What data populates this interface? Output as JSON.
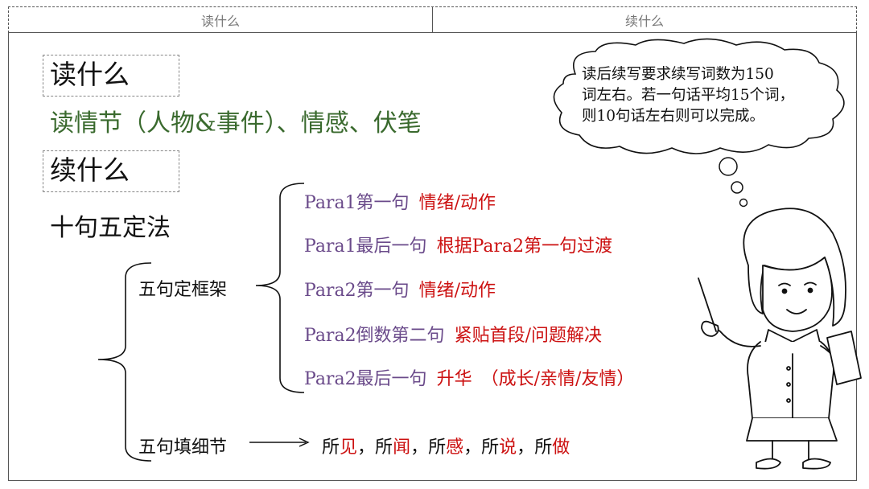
{
  "tabs": [
    "读什么",
    "续什么"
  ],
  "heading_read": "读什么",
  "read_content": "读情节（人物&事件）、情感、伏笔",
  "heading_continue": "续什么",
  "method_title": "十句五定法",
  "frame_label": "五句定框架",
  "fill_label": "五句填细节",
  "frame_rows": [
    {
      "key": "Para1第一句",
      "value": "情绪/动作"
    },
    {
      "key": "Para1最后一句",
      "value": "根据Para2第一句过渡"
    },
    {
      "key": "Para2第一句",
      "value": "情绪/动作"
    },
    {
      "key": "Para2倒数第二句",
      "value": "紧贴首段/问题解决"
    },
    {
      "key": "Para2最后一句",
      "value": "升华　（成长/亲情/友情）"
    }
  ],
  "details": [
    {
      "prefix": "所",
      "word": "见",
      "sep": "，"
    },
    {
      "prefix": "所",
      "word": "闻",
      "sep": "，"
    },
    {
      "prefix": "所",
      "word": "感",
      "sep": "，"
    },
    {
      "prefix": "所",
      "word": "说",
      "sep": "，"
    },
    {
      "prefix": "所",
      "word": "做",
      "sep": ""
    }
  ],
  "cloud_lines": [
    "读后续写要求续写词数为150",
    "词左右。若一句话平均15个词，",
    "则10句话左右则可以完成。"
  ],
  "colors": {
    "green": "#3a6a2e",
    "purple": "#6a4a8a",
    "red": "#cc1111"
  }
}
